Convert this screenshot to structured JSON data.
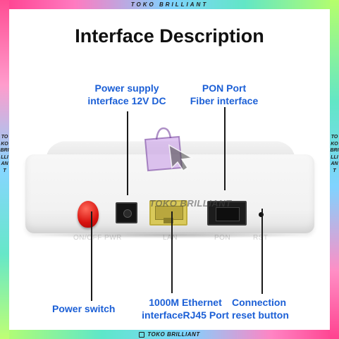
{
  "brand": {
    "top": "TOKO BRILLIANT",
    "side": "TOKOBRILLIANT",
    "bottom": "TOKO BRILLIANT",
    "watermark": "TOKO BRILLIANT"
  },
  "title": "Interface Description",
  "labels": {
    "power_supply_line1": "Power supply",
    "power_supply_line2": "interface 12V DC",
    "pon_line1": "PON Port",
    "pon_line2": "Fiber interface",
    "power_switch": "Power switch",
    "ethernet_line1": "1000M Ethernet",
    "ethernet_line2": "interfaceRJ45 Port",
    "reset_line1": "Connection",
    "reset_line2": "reset button"
  },
  "device_labels": {
    "onoff_pwr": "ON/OFF PWR",
    "lan": "LAN",
    "pon": "PON",
    "rst": "RST"
  },
  "colors": {
    "label": "#1b5fd6",
    "title": "#111111",
    "power_button": "#d8130f",
    "lan_port": "#d9c95a"
  },
  "icons": {
    "watermark": "shopping-bag-cursor-icon"
  }
}
